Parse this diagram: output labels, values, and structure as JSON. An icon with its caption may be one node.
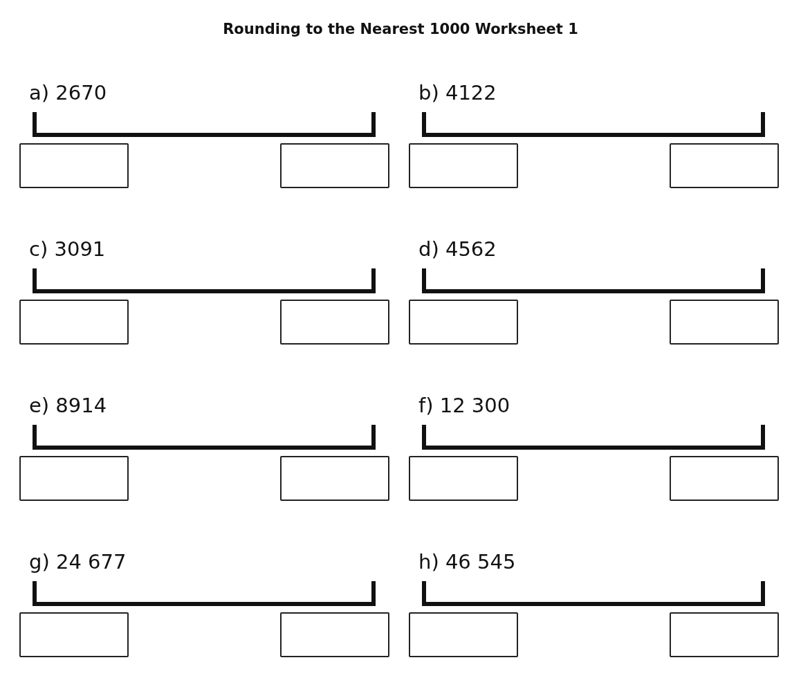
{
  "diagram": {
    "title": "Rounding to the Nearest 1000 Worksheet 1",
    "nodes": [
      {
        "text": [],
        "shape": "box"
      },
      {
        "text": [],
        "shape": "box"
      },
      {
        "text": [],
        "shape": "box"
      },
      {
        "text": [],
        "shape": "box"
      },
      {
        "text": [],
        "shape": "box"
      },
      {
        "text": [],
        "shape": "box"
      },
      {
        "text": [],
        "shape": "box"
      },
      {
        "text": [],
        "shape": "box"
      },
      {
        "text": [],
        "shape": "box"
      },
      {
        "text": [],
        "shape": "box"
      },
      {
        "text": [],
        "shape": "box"
      },
      {
        "text": [],
        "shape": "box"
      },
      {
        "text": [],
        "shape": "box"
      },
      {
        "text": [],
        "shape": "box"
      },
      {
        "text": [],
        "shape": "box"
      },
      {
        "text": [],
        "shape": "box"
      }
    ],
    "labels": [
      "a) 2670",
      "b) 4122",
      "c) 3091",
      "d) 4562",
      "e) 8914",
      "f) 12 300",
      "g) 24 677",
      "h) 46 545"
    ]
  }
}
